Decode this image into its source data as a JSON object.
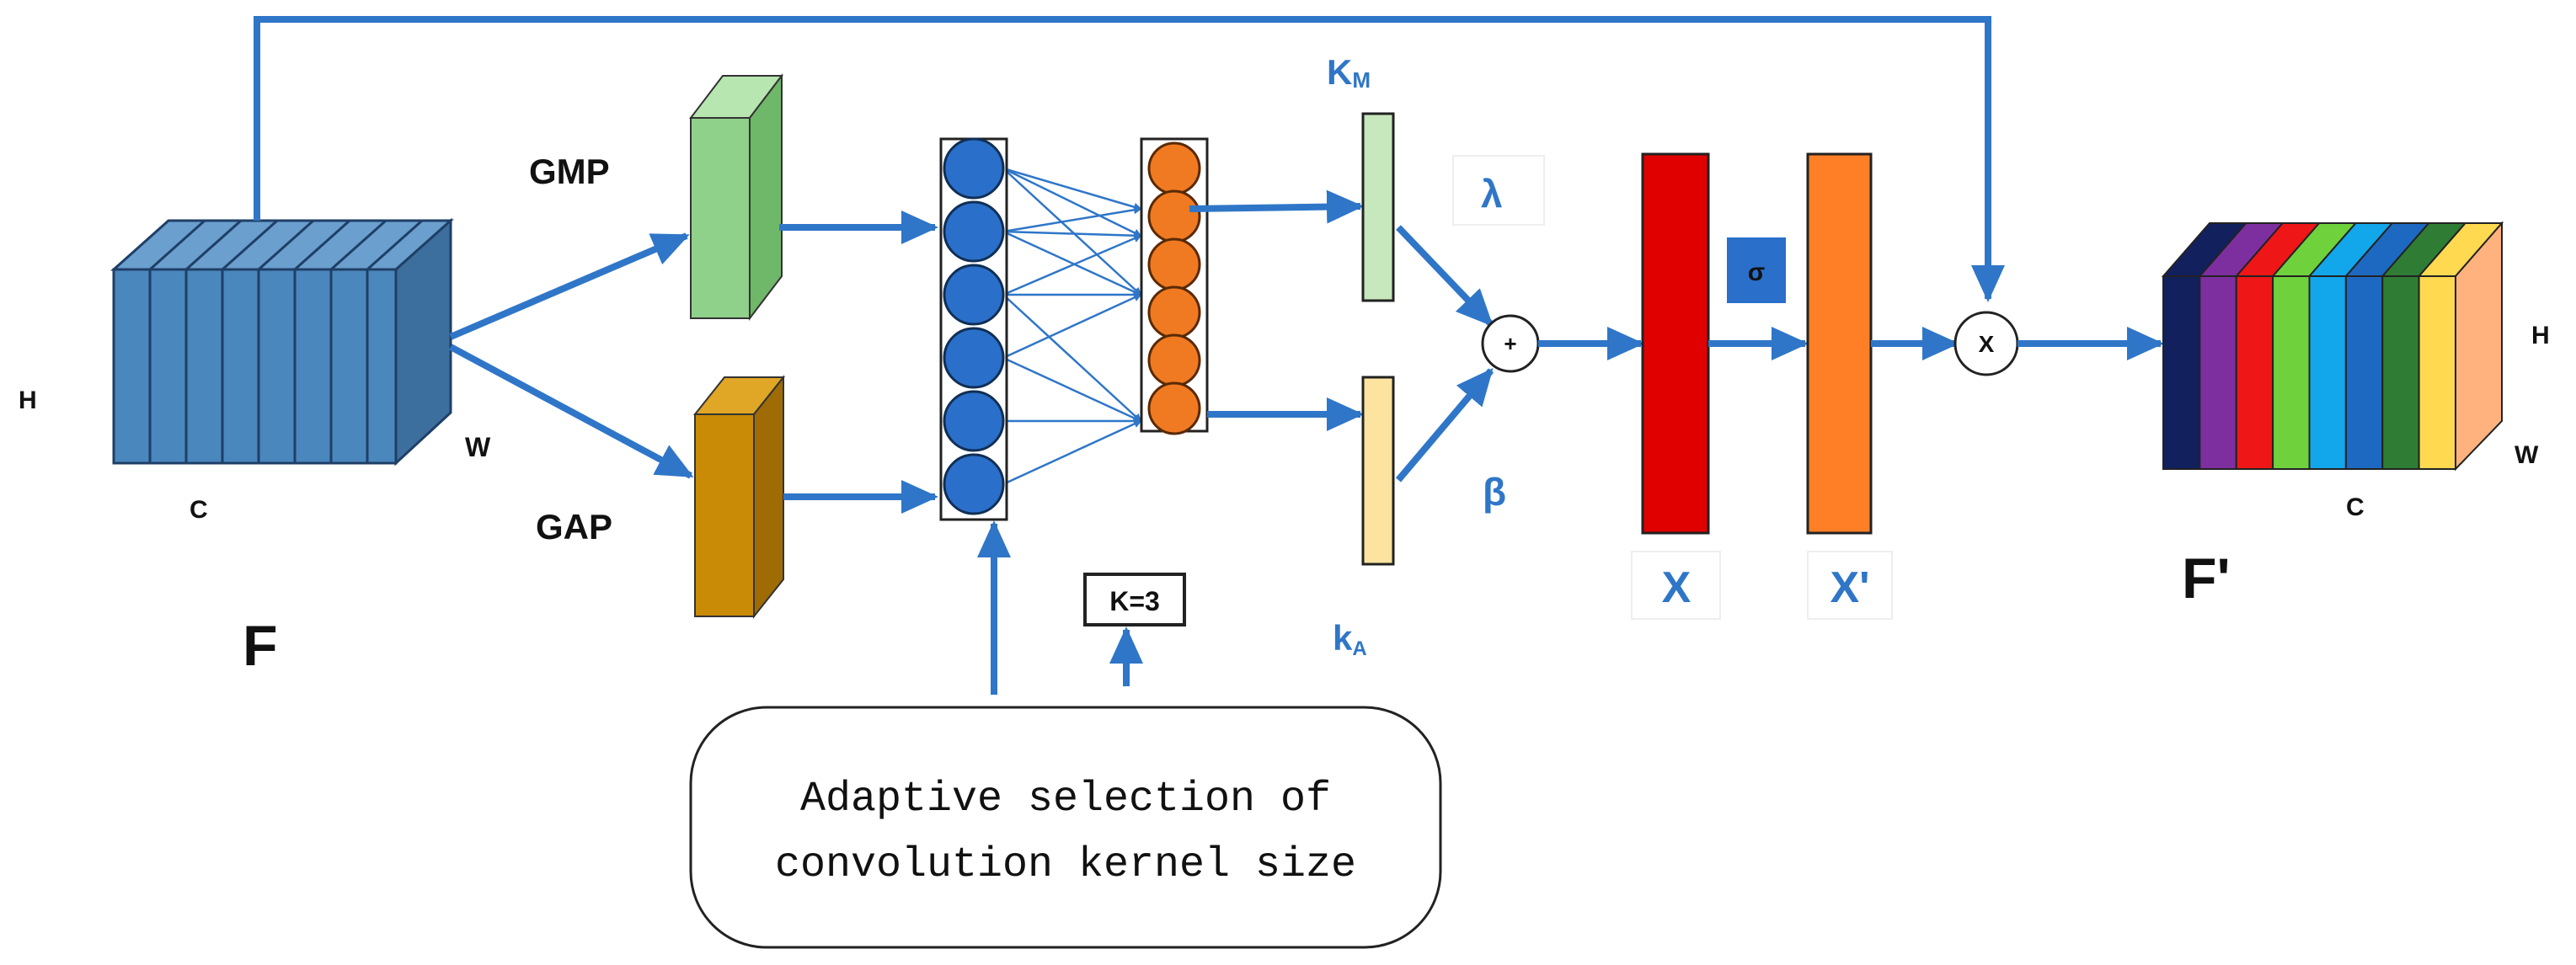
{
  "labels": {
    "input_title": "F",
    "input_h": "H",
    "input_w": "W",
    "input_c": "C",
    "gmp": "GMP",
    "gap": "GAP",
    "k_m_main": "K",
    "k_m_sub": "M",
    "k_a_main": "k",
    "k_a_sub": "A",
    "lambda": "λ",
    "beta": "β",
    "plus": "+",
    "sigma": "σ",
    "multiply": "X",
    "x_bar": "X",
    "x_prime_bar": "X'",
    "kernel_size": "K=3",
    "adaptive_line1": "Adaptive selection of",
    "adaptive_line2": "convolution kernel size",
    "output_title": "F'",
    "output_h": "H",
    "output_w": "W",
    "output_c": "C"
  },
  "colors": {
    "arrow": "#2f76c8",
    "input_block": "#4a87bd",
    "gmp_block": "#8fd08a",
    "gap_block": "#c98a06",
    "blue_neuron": "#2a6fc9",
    "orange_neuron": "#f07a22",
    "km_bar": "#c7e7bd",
    "ka_bar": "#fde3a0",
    "x_bar": "#e00000",
    "x_prime_bar": "#ff7f27",
    "sigma_box": "#2a6fc9"
  },
  "output_stripes": [
    "#12205e",
    "#7d2fa0",
    "#ee1616",
    "#6fd23c",
    "#12a6ea",
    "#1d69c2",
    "#2f7d35",
    "#ffd950",
    "#ffb27d"
  ],
  "neurons": {
    "blue_count": 6,
    "orange_count": 6
  }
}
